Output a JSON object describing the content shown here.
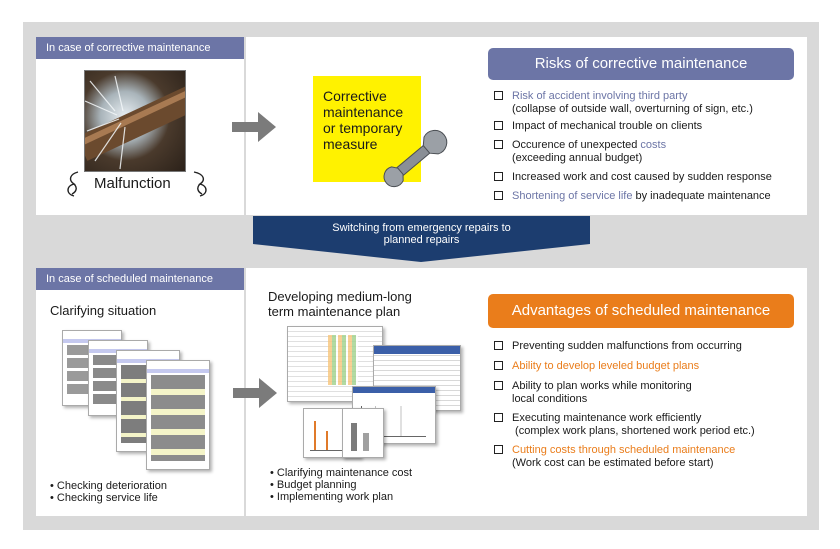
{
  "corrective": {
    "tab": "In case of corrective maintenance",
    "malfunction": "Malfunction",
    "note": "Corrective maintenance or temporary measure",
    "risks_title": "Risks of corrective maintenance",
    "risks": [
      {
        "parts": [
          {
            "t": "Risk of accident involving third party",
            "hl": "blue"
          }
        ],
        "sub": "(collapse of outside wall, overturning of sign, etc.)"
      },
      {
        "parts": [
          {
            "t": "Impact of mechanical trouble on clients",
            "hl": ""
          }
        ],
        "sub": ""
      },
      {
        "parts": [
          {
            "t": "Occurence of unexpected ",
            "hl": ""
          },
          {
            "t": "costs",
            "hl": "blue"
          }
        ],
        "sub": "(exceeding annual budget)"
      },
      {
        "parts": [
          {
            "t": "Increased work and cost caused by sudden response",
            "hl": ""
          }
        ],
        "sub": ""
      },
      {
        "parts": [
          {
            "t": "Shortening of service life",
            "hl": "blue"
          },
          {
            "t": " by inadequate maintenance",
            "hl": ""
          }
        ],
        "sub": ""
      }
    ]
  },
  "banner": {
    "line1": "Switching from emergency repairs to",
    "line2": "planned repairs"
  },
  "scheduled": {
    "tab": "In case of scheduled maintenance",
    "clarifying": "Clarifying situation",
    "clarify_bullets": [
      "Checking deterioration",
      "Checking service life"
    ],
    "plan_title_1": "Developing medium-long",
    "plan_title_2": "term maintenance plan",
    "plan_bullets": [
      "Clarifying maintenance cost",
      "Budget planning",
      "Implementing work plan"
    ],
    "adv_title": "Advantages of scheduled maintenance",
    "advantages": [
      {
        "parts": [
          {
            "t": "Preventing sudden malfunctions from occurring",
            "hl": ""
          }
        ],
        "sub": ""
      },
      {
        "parts": [
          {
            "t": "Ability to develop leveled budget plans",
            "hl": "orange"
          }
        ],
        "sub": ""
      },
      {
        "parts": [
          {
            "t": "Ability to plan works while monitoring",
            "hl": ""
          }
        ],
        "sub": "local conditions"
      },
      {
        "parts": [
          {
            "t": "Executing maintenance work efficiently",
            "hl": ""
          }
        ],
        "sub": " (complex work plans, shortened work period etc.)"
      },
      {
        "parts": [
          {
            "t": "Cutting costs through scheduled maintenance",
            "hl": "orange"
          }
        ],
        "sub": "(Work cost can be estimated before start)"
      }
    ]
  },
  "colors": {
    "tab_blue": "#6c75a6",
    "risk_header": "#6c75a6",
    "adv_header": "#ea7d1b",
    "banner": "#1c3d6f",
    "note_yellow": "#fff200"
  },
  "icons": [
    "arrow-right-icon",
    "wrench-icon",
    "burst-icon",
    "checkbox-icon"
  ]
}
